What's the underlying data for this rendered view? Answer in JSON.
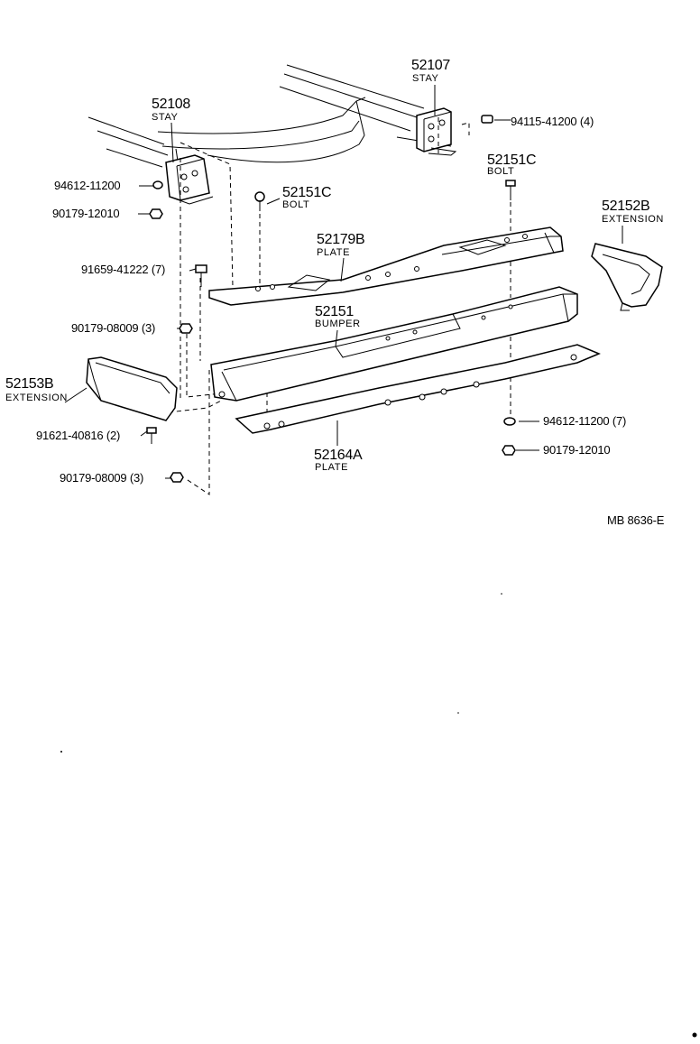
{
  "diagram_code": "MB  8636-E",
  "parts": [
    {
      "key": "stay_right",
      "number": "52107",
      "name": "STAY"
    },
    {
      "key": "stay_left",
      "number": "52108",
      "name": "STAY"
    },
    {
      "key": "nut_94115",
      "number": "94115-41200 (4)"
    },
    {
      "key": "bolt_top_right",
      "number": "52151C",
      "name": "BOLT"
    },
    {
      "key": "bolt_top_left",
      "number": "52151C",
      "name": "BOLT"
    },
    {
      "key": "washer_94612_a",
      "number": "94612-11200"
    },
    {
      "key": "nut_90179_a",
      "number": "90179-12010"
    },
    {
      "key": "plate_upper",
      "number": "52179B",
      "name": "PLATE"
    },
    {
      "key": "extension_right",
      "number": "52152B",
      "name": "EXTENSION"
    },
    {
      "key": "bolt_91659",
      "number": "91659-41222 (7)"
    },
    {
      "key": "bumper",
      "number": "52151",
      "name": "BUMPER"
    },
    {
      "key": "nut_90179_b",
      "number": "90179-08009 (3)"
    },
    {
      "key": "extension_left",
      "number": "52153B",
      "name": "EXTENSION"
    },
    {
      "key": "washer_94612_b",
      "number": "94612-11200 (7)"
    },
    {
      "key": "bolt_91621",
      "number": "91621-40816 (2)"
    },
    {
      "key": "nut_90179_c",
      "number": "90179-12010"
    },
    {
      "key": "plate_lower",
      "number": "52164A",
      "name": "PLATE"
    },
    {
      "key": "nut_90179_d",
      "number": "90179-08009 (3)"
    }
  ]
}
